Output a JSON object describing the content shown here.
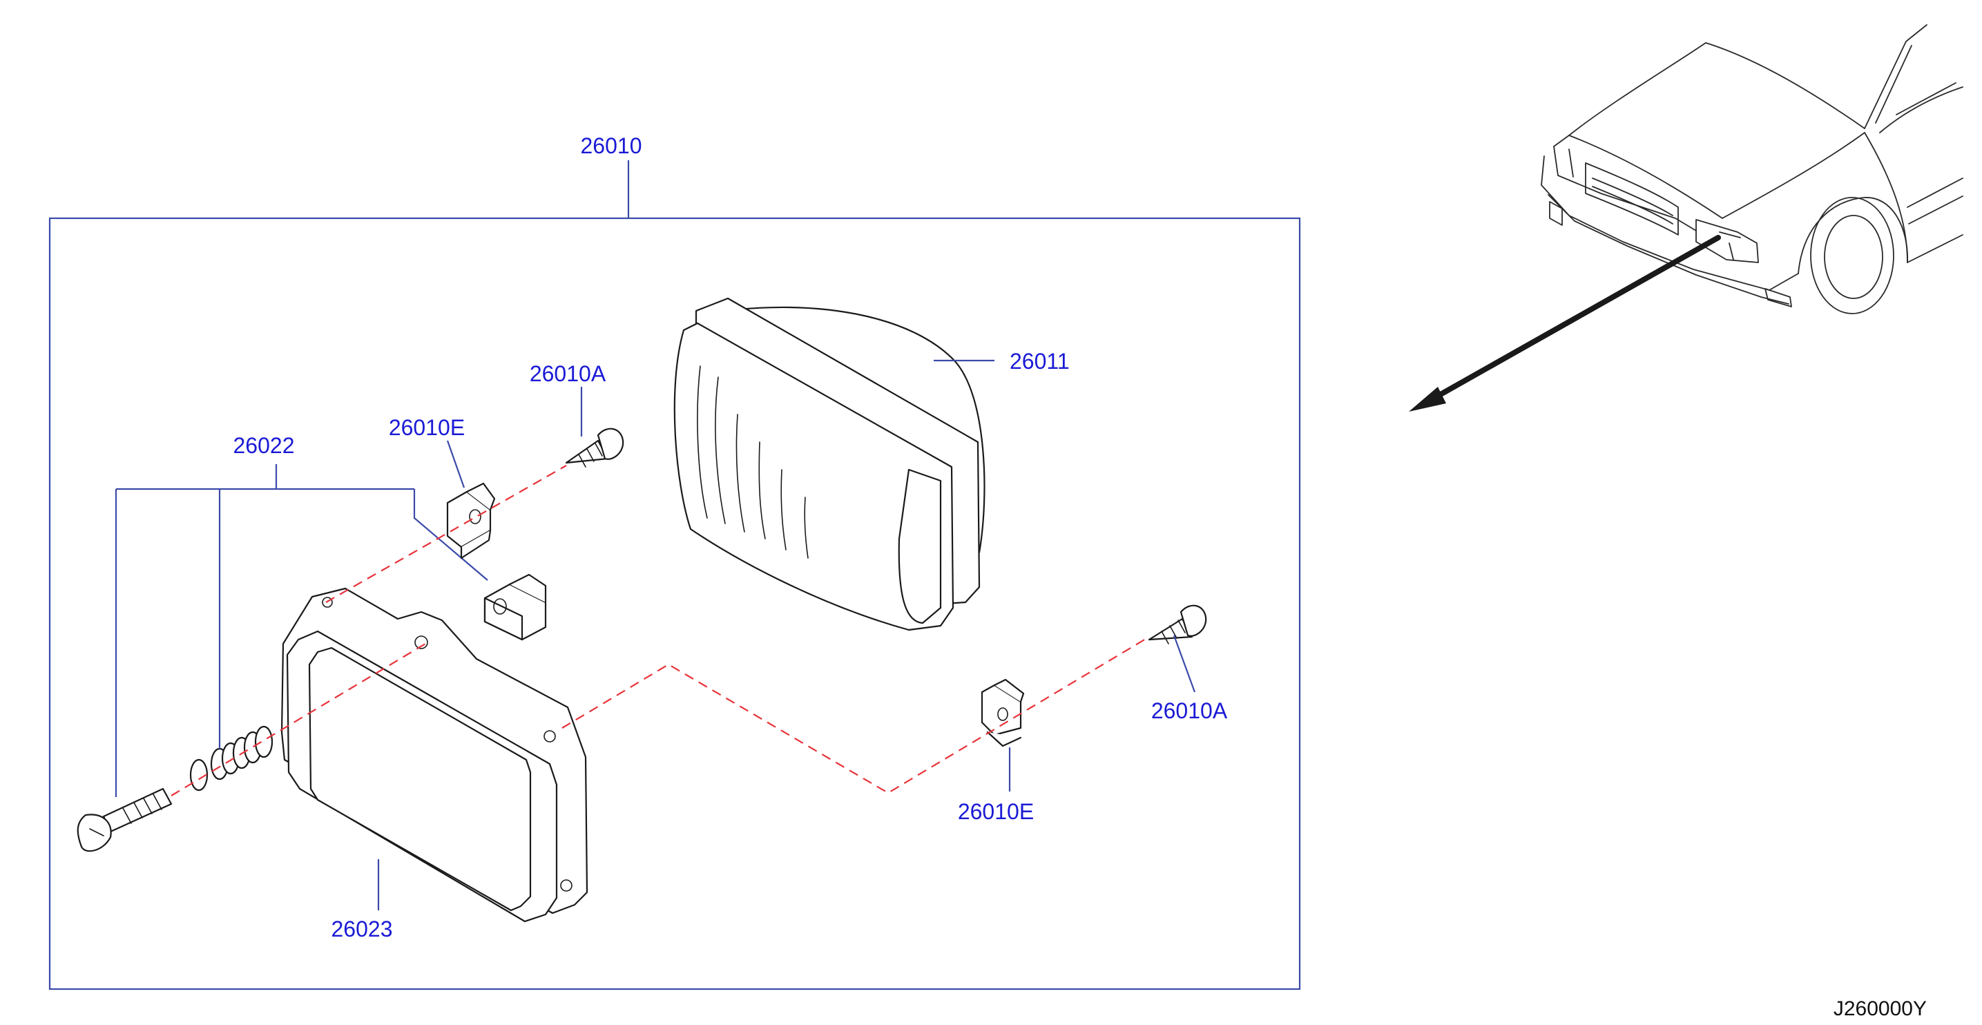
{
  "diagram": {
    "labels": {
      "assembly": "26010",
      "lens_housing": "26011",
      "screw_top": "26010A",
      "clip_top": "26010E",
      "adjuster_kit": "26022",
      "screw_right": "26010A",
      "clip_bottom": "26010E",
      "gasket_rim": "26023"
    },
    "drawing_code": "J260000Y"
  }
}
